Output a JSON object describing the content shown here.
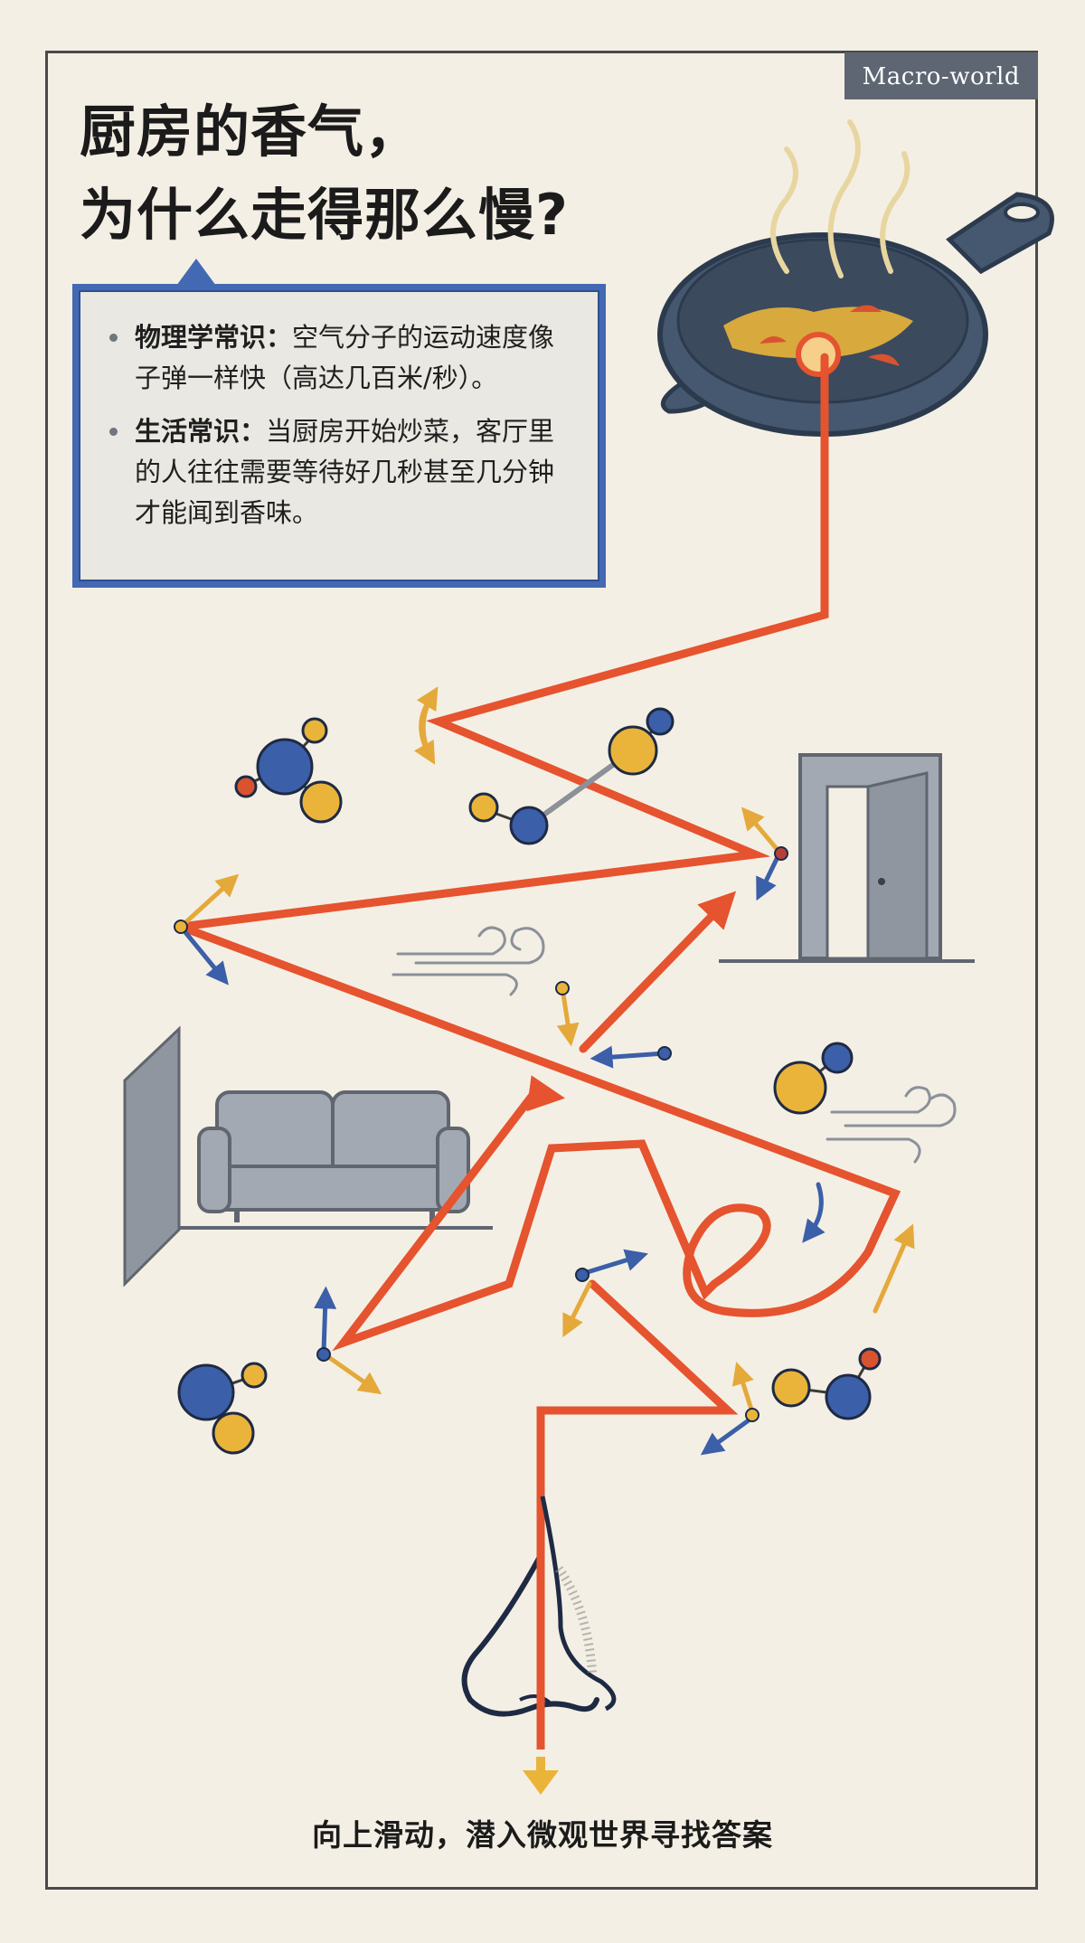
{
  "tag": "Macro-world",
  "title": {
    "line1": "厨房的香气，",
    "line2": "为什么走得那么慢?"
  },
  "facts": [
    {
      "label": "物理学常识：",
      "text": "空气分子的运动速度像子弹一样快（高达几百米/秒）。"
    },
    {
      "label": "生活常识：",
      "text": "当厨房开始炒菜，客厅里的人往往需要等待好几秒甚至几分钟才能闻到香味。"
    }
  ],
  "cta": "向上滑动，潜入微观世界寻找答案",
  "colors": {
    "background": "#f4efe4",
    "path": "#e5532f",
    "molecule_blue": "#3b5fa8",
    "molecule_yellow": "#eab43a",
    "molecule_red": "#d9532f",
    "tag_bg": "#5d6672",
    "box_blue": "#4369b3",
    "furniture_gray": "#a3a9b2"
  },
  "icons": [
    "frying-pan-icon",
    "door-icon",
    "sofa-icon",
    "wind-icon",
    "nose-icon",
    "molecule-icon",
    "down-arrow-icon"
  ]
}
